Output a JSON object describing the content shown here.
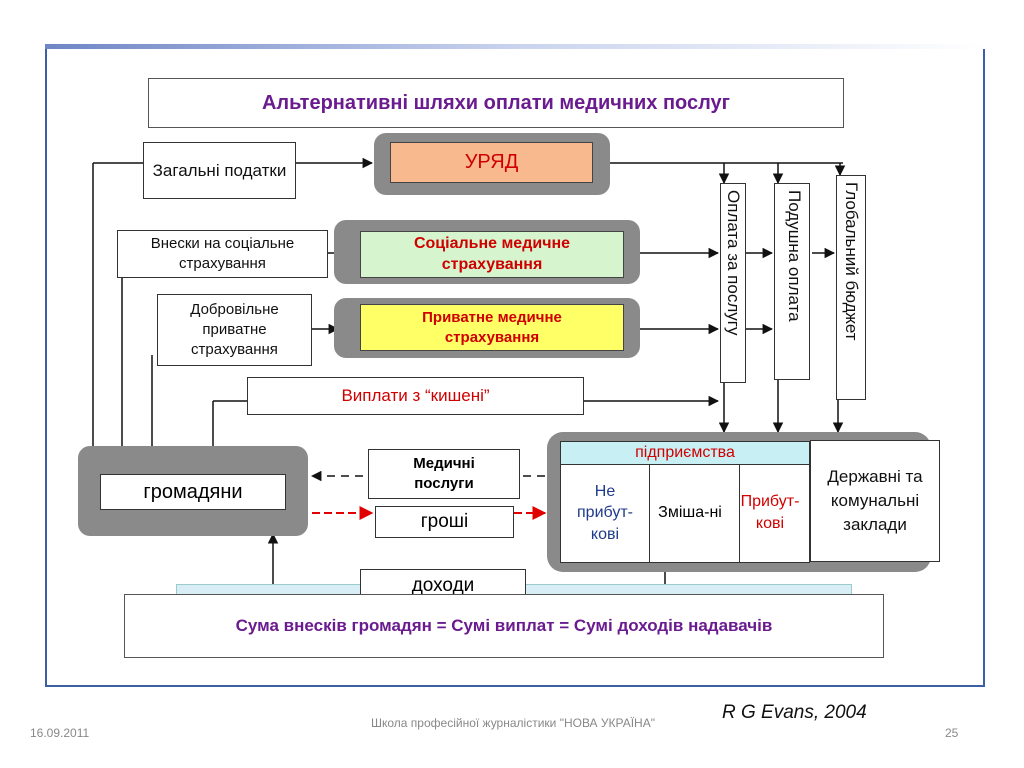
{
  "title": "Альтернативні шляхи оплати медичних послуг",
  "sources": {
    "taxes": "Загальні податки",
    "social_contrib": "Внески на соціальне страхування",
    "voluntary": "Добровільне приватне страхування",
    "out_of_pocket": "Виплати з “кишені”"
  },
  "payers": {
    "government": "УРЯД",
    "social_insurance": "Соціальне медичне страхування",
    "private_insurance": "Приватне медичне страхування"
  },
  "payment_methods": {
    "fee_for_service": "Оплата за послугу",
    "capitation": "Подушна оплата",
    "global_budget": "Глобальний бюджет"
  },
  "citizens": "громадяни",
  "flows": {
    "services": "Медичні послуги",
    "money": "гроші",
    "income": "доходи"
  },
  "providers": {
    "enterprises": "підприємства",
    "non_profit": "Не прибут-кові",
    "mixed": "Зміша-ні",
    "for_profit": "Прибут-кові",
    "state": "Державні та комунальні заклади"
  },
  "equation": "Сума внесків громадян = Сумі виплат = Сумі доходів надавачів",
  "citation": "R G Evans, 2004",
  "footer": {
    "date": "16.09.2011",
    "school": "Школа професійної журналістики \"НОВА УКРАЇНА\"",
    "page": "25"
  },
  "colors": {
    "title_text": "#6a1b8f",
    "government_fill": "#f9b98e",
    "social_fill": "#d6f5cf",
    "private_fill": "#ffff66",
    "enterprises_fill": "#c8f0f4",
    "red_text": "#d00000",
    "blue_text": "#1f3b8a"
  }
}
